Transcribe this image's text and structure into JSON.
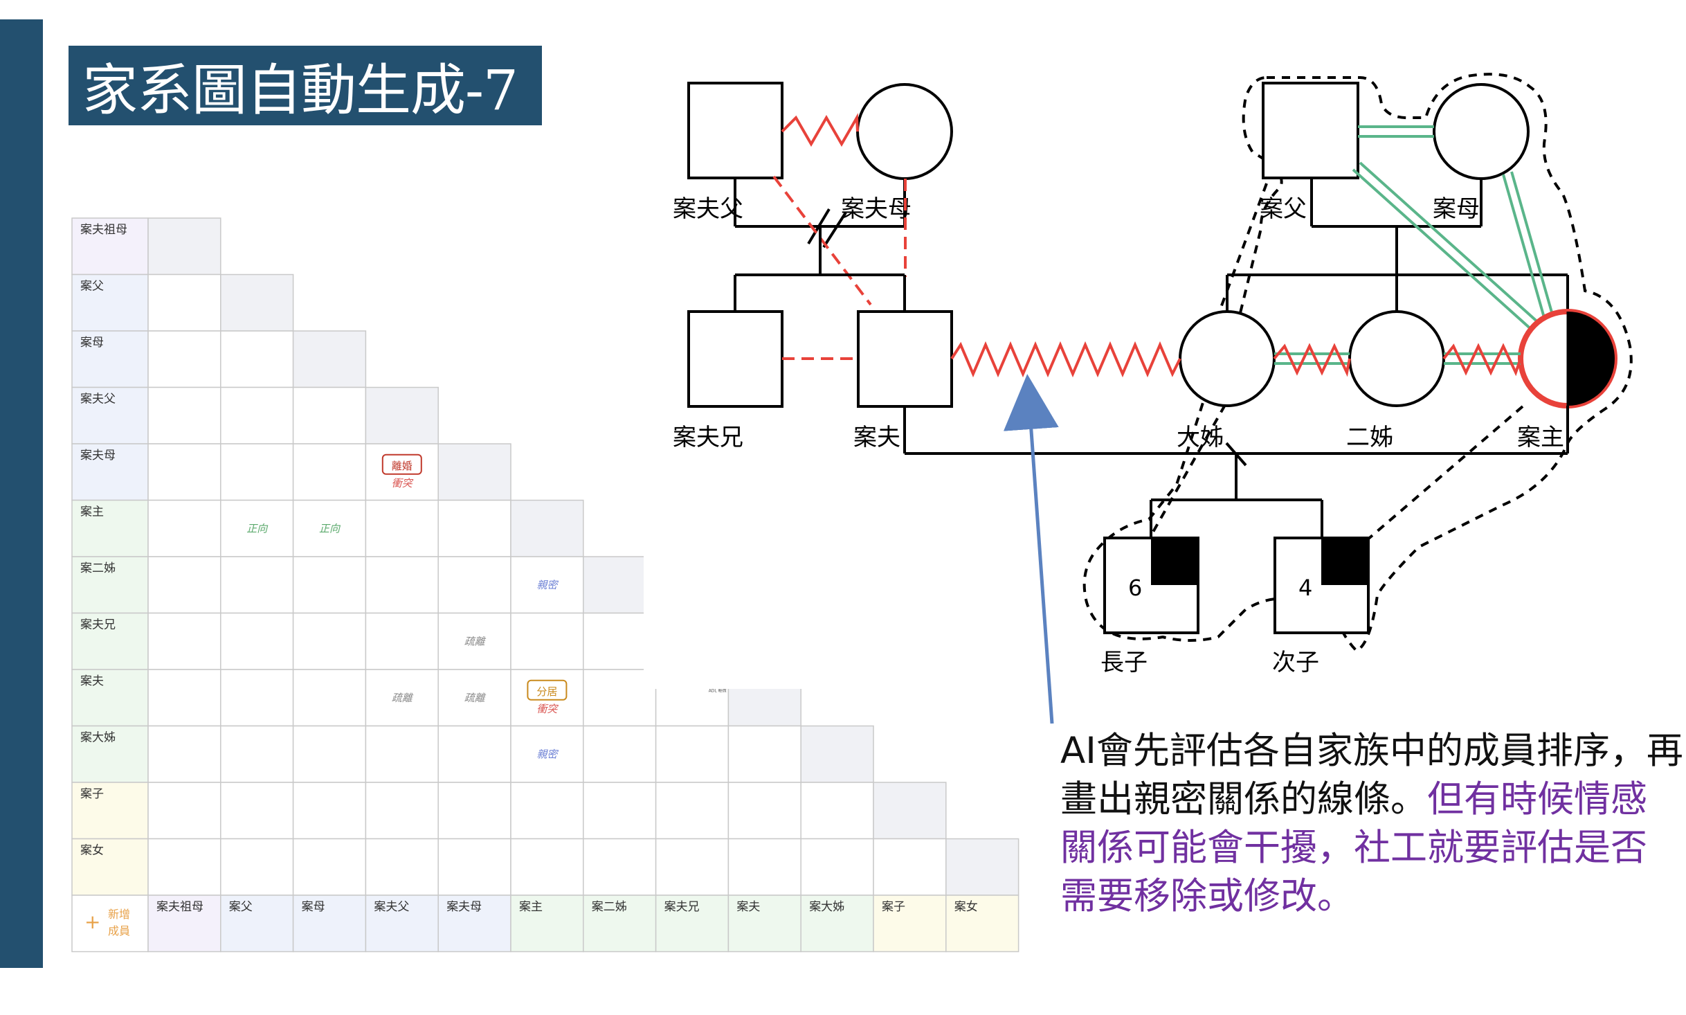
{
  "slide": {
    "title": "家系圖自動生成-7",
    "description_black": "AI會先評估各自家族中的成員排序，再畫出親密關係的線條。",
    "description_purple": "但有時候情感關係可能會干擾，社工就要評估是否需要移除或修改。"
  },
  "matrix": {
    "rows": [
      "案夫祖母",
      "案父",
      "案母",
      "案夫父",
      "案夫母",
      "案主",
      "案二姊",
      "案夫兄",
      "案夫",
      "案大姊",
      "案子",
      "案女"
    ],
    "columns": [
      "案夫祖母",
      "案父",
      "案母",
      "案夫父",
      "案夫母",
      "案主",
      "案二姊",
      "案夫兄",
      "案夫",
      "案大姊",
      "案子",
      "案女"
    ],
    "add_member_label_1": "新增",
    "add_member_label_2": "成員",
    "add_icon": "plus-icon",
    "tags": {
      "divorce": "離婚",
      "conflict": "衝突",
      "positive": "正向",
      "close": "親密",
      "distant": "疏離",
      "separated": "分居",
      "tiny": "ADL 輕微"
    },
    "colors": {
      "family_a_header": "#f4f1fb",
      "family_b_header": "#eef2fb",
      "family_c_header": "#eef8ee",
      "family_d_header": "#fdfbe9",
      "diagonal": "#f0f1f5",
      "grid_line": "#c9c9c9"
    }
  },
  "genogram": {
    "labels": {
      "husband_father": "案夫父",
      "husband_mother": "案夫母",
      "father": "案父",
      "mother": "案母",
      "husband_brother": "案夫兄",
      "husband": "案夫",
      "eldest_sister": "大姊",
      "second_sister": "二姊",
      "client": "案主",
      "eldest_son": "長子",
      "second_son": "次子",
      "eldest_son_age": "6",
      "second_son_age": "4"
    },
    "colors": {
      "conflict": "#e8423a",
      "close": "#5ab58a",
      "line": "#000000",
      "arrow": "#5b82c0"
    }
  }
}
